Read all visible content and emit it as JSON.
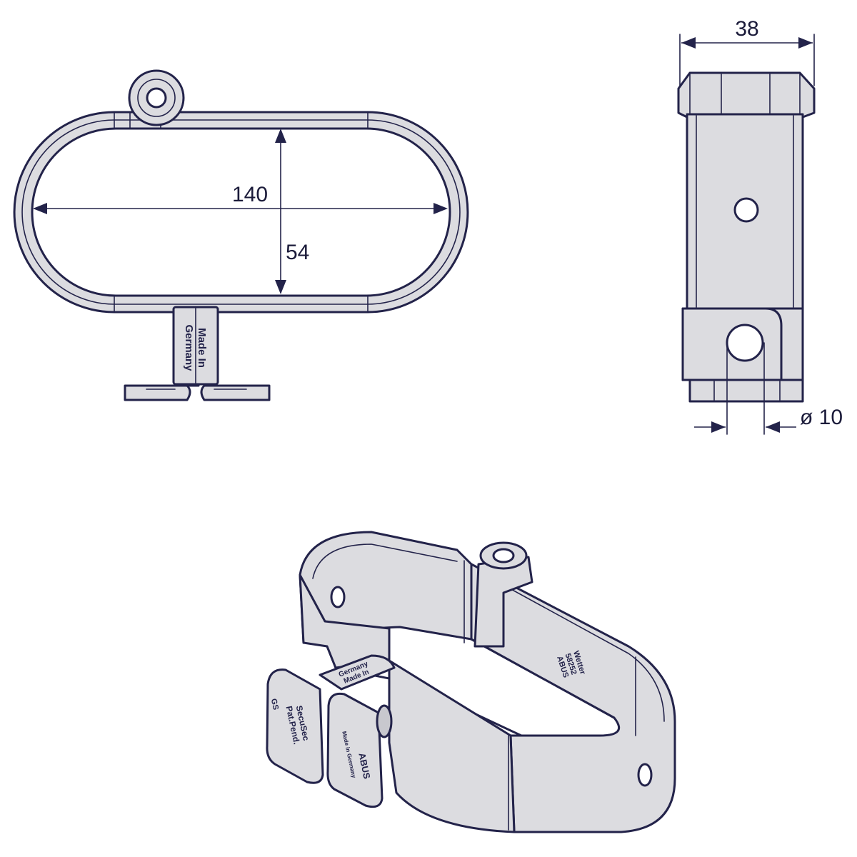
{
  "dimensions": {
    "length": "140",
    "height": "54",
    "width": "38",
    "hole_diameter": "ø 10"
  },
  "stamps": {
    "front_line1": "Made In",
    "front_line2": "Germany",
    "iso_tab_line1": "Made In",
    "iso_tab_line2": "Germany",
    "iso_side_line1": "ABUS",
    "iso_side_line2": "58252",
    "iso_side_line3": "Wetter",
    "iso_plate_a_line1": "SecuSec",
    "iso_plate_a_line2": "Pat.Pend.",
    "iso_plate_a_mark": "GS",
    "iso_plate_b_logo": "ABUS",
    "iso_plate_b_line": "Made in Germany"
  },
  "colors": {
    "ink": "#23234a",
    "part_fill": "#dcdce0",
    "background": "#ffffff"
  }
}
